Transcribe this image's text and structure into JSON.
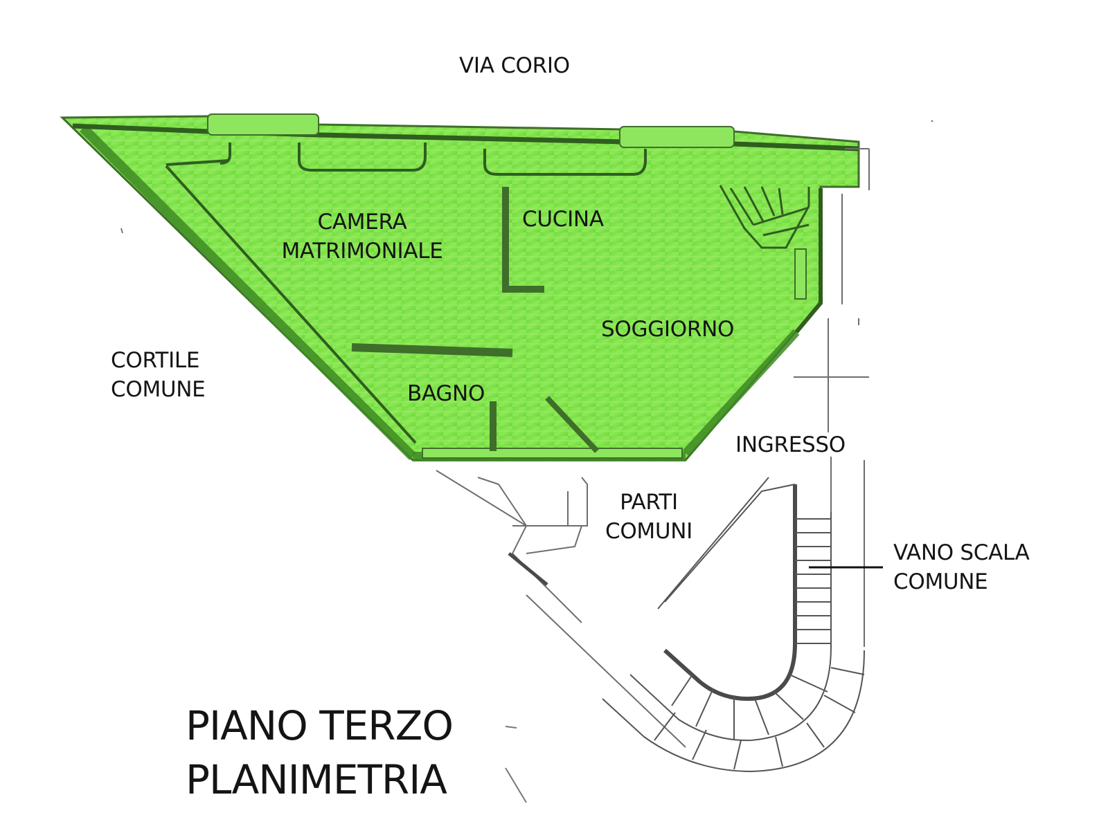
{
  "street": "VIA CORIO",
  "rooms": {
    "camera_line1": "CAMERA",
    "camera_line2": "MATRIMONIALE",
    "cucina": "CUCINA",
    "soggiorno": "SOGGIORNO",
    "bagno": "BAGNO",
    "ingresso": "INGRESSO"
  },
  "areas": {
    "cortile_line1": "CORTILE",
    "cortile_line2": "COMUNE",
    "parti_line1": "PARTI",
    "parti_line2": "COMUNI",
    "vano_line1": "VANO SCALA",
    "vano_line2": "COMUNE"
  },
  "title": {
    "line1": "PIANO TERZO",
    "line2": "PLANIMETRIA"
  },
  "colors": {
    "unit_fill": "#7fe34a",
    "unit_fill_dark": "#4fc42c",
    "wall": "#3f6e2a",
    "outline": "#6d6d6d",
    "text": "#141414"
  }
}
